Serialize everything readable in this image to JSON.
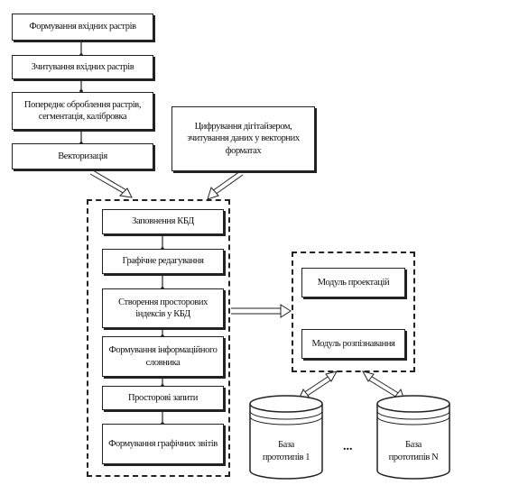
{
  "steps": [
    "Формування вхідних растрів",
    "Зчитування вхідних растрів",
    "Попереднє оброблення растрів, сегментація, калібровка",
    "Векторизація"
  ],
  "digitizing": "Цифрування дігітайзером, зчитування даних у векторних форматах",
  "core_steps": [
    "Заповнення КБД",
    "Графічне редагування",
    "Створення просторових індексів у КБД",
    "Формування інформаційного словника",
    "Просторові запити",
    "Формування графічних звітів"
  ],
  "modules": [
    "Модуль проектацій",
    "Модуль розпізнавання"
  ],
  "databases": [
    "База прототипів 1",
    "База прототипів N"
  ],
  "ellipsis": "..."
}
